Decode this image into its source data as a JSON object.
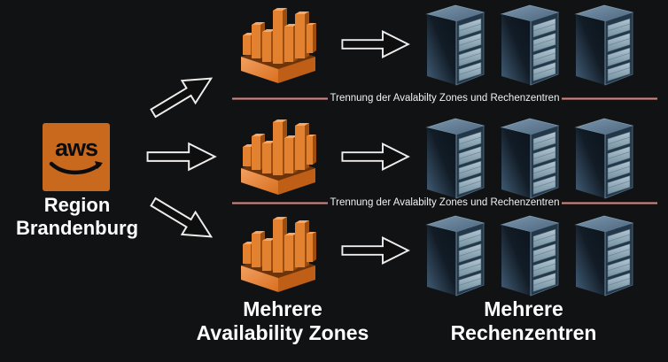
{
  "region": {
    "logo": "aws",
    "label_line1": "Region",
    "label_line2": "Brandenburg"
  },
  "separators": [
    {
      "label": "Trennung der Avalabilty Zones und Rechenzentren"
    },
    {
      "label": "Trennung der Avalabilty Zones und Rechenzentren"
    }
  ],
  "labels": {
    "availability_zones": {
      "line1": "Mehrere",
      "line2": "Availability Zones"
    },
    "datacenters": {
      "line1": "Mehrere",
      "line2": "Rechenzentren"
    }
  },
  "structure": {
    "availability_zone_rows": 3,
    "racks_per_row": 3
  },
  "colors": {
    "background": "#111213",
    "aws_logo_orange": "#c8691e",
    "zone_icon_orange": "#e2812f",
    "zone_icon_dark_orange": "#9c4e10",
    "rack_steel_blue": "#5e7a94",
    "rack_panel": "#a7bbc9",
    "separator_maroon": "#5a2a2a",
    "separator_highlight": "#c9a2a2",
    "arrow_outline": "#ededed",
    "text": "#ffffff"
  }
}
